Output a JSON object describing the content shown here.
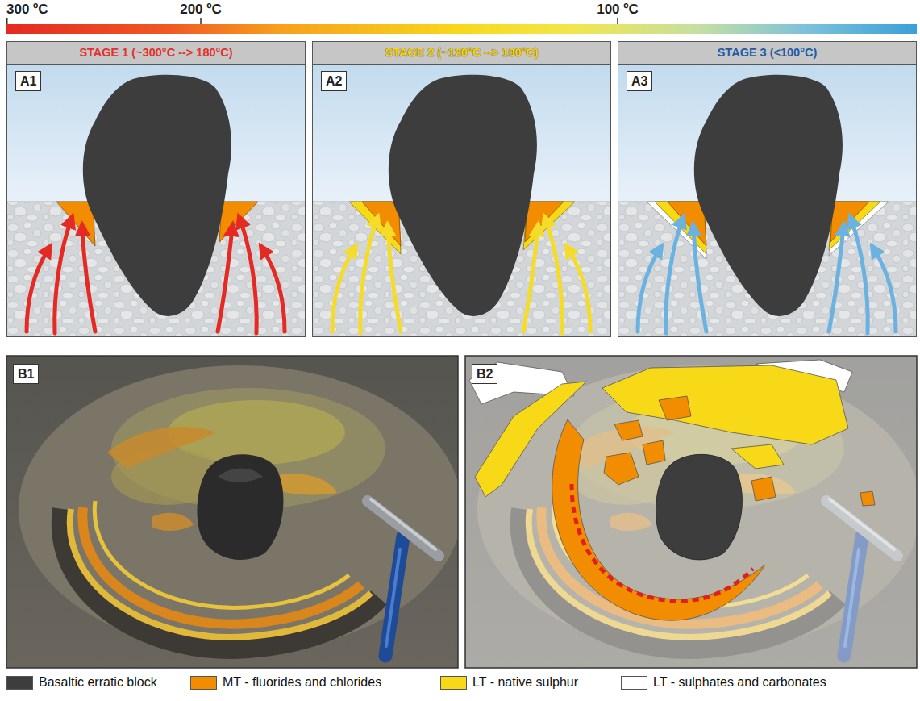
{
  "diagram": {
    "nodes": [
      {
        "text": [
          "STAGE 1 (~300°C --> 180°C)"
        ]
      },
      {
        "text": [
          "A1"
        ],
        "in": 0
      },
      {
        "text": [
          "STAGE 2 (~120°C --> 100°C)"
        ]
      },
      {
        "text": [
          "A2"
        ],
        "in": 2
      },
      {
        "text": [
          "STAGE 3 (<100°C)"
        ]
      },
      {
        "text": [
          "A3"
        ],
        "in": 4
      },
      {
        "text": [
          "B1"
        ]
      },
      {
        "text": [
          "B2"
        ]
      }
    ],
    "labels": [
      "300 ºC",
      "200 ºC",
      "100 ºC"
    ],
    "legend": [
      {
        "text": "Basaltic erratic block",
        "color": "#3d3d3d"
      },
      {
        "text": "MT - fluorides and chlorides",
        "color": "#f28c00"
      },
      {
        "text": "LT - native sulphur",
        "color": "#f7d917"
      },
      {
        "text": "LT - sulphates and carbonates",
        "color": "#ffffff"
      }
    ]
  }
}
